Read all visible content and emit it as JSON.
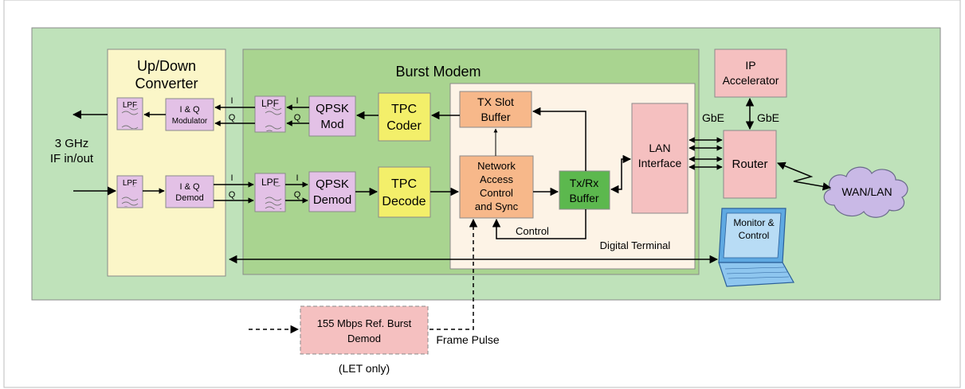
{
  "diagram": {
    "converter": {
      "title_line1": "Up/Down",
      "title_line2": "Converter"
    },
    "modem": {
      "title": "Burst Modem"
    },
    "terminal": {
      "label": "Digital Terminal"
    },
    "blocks": {
      "lpf_tx_conv": "LPF",
      "lpf_rx_conv": "LPF",
      "iq_mod_line1": "I & Q",
      "iq_mod_line2": "Modulator",
      "iq_demod_line1": "I & Q",
      "iq_demod_line2": "Demod",
      "lpf_tx_modem": "LPF",
      "lpf_rx_modem": "LPF",
      "qpsk_mod_line1": "QPSK",
      "qpsk_mod_line2": "Mod",
      "qpsk_demod_line1": "QPSK",
      "qpsk_demod_line2": "Demod",
      "tpc_coder_line1": "TPC",
      "tpc_coder_line2": "Coder",
      "tpc_decode_line1": "TPC",
      "tpc_decode_line2": "Decode",
      "tx_slot_line1": "TX Slot",
      "tx_slot_line2": "Buffer",
      "nac_line1": "Network",
      "nac_line2": "Access",
      "nac_line3": "Control",
      "nac_line4": "and Sync",
      "txrx_line1": "Tx/Rx",
      "txrx_line2": "Buffer",
      "lan_line1": "LAN",
      "lan_line2": "Interface",
      "ip_acc_line1": "IP",
      "ip_acc_line2": "Accelerator",
      "router": "Router",
      "wan": "WAN/LAN",
      "monitor_line1": "Monitor &",
      "monitor_line2": "Control",
      "ref_demod_line1": "155 Mbps Ref. Burst",
      "ref_demod_line2": "Demod"
    },
    "labels": {
      "if_line1": "3 GHz",
      "if_line2": "IF in/out",
      "i_label": "I",
      "q_label": "Q",
      "gbe_left": "GbE",
      "gbe_right": "GbE",
      "control": "Control",
      "frame_pulse": "Frame Pulse",
      "let_only": "(LET only)"
    },
    "colors": {
      "outer_bg": "#bfe2ba",
      "converter_bg": "#fbf6c8",
      "modem_bg": "#a9d490",
      "terminal_bg": "#fdf3e6",
      "purple_block": "#e3c1e6",
      "yellow_block": "#f3ef6a",
      "orange_block": "#f7b88a",
      "green_block": "#5cb84e",
      "pink_block": "#f5c0c0",
      "cloud": "#c9b9e6"
    }
  }
}
